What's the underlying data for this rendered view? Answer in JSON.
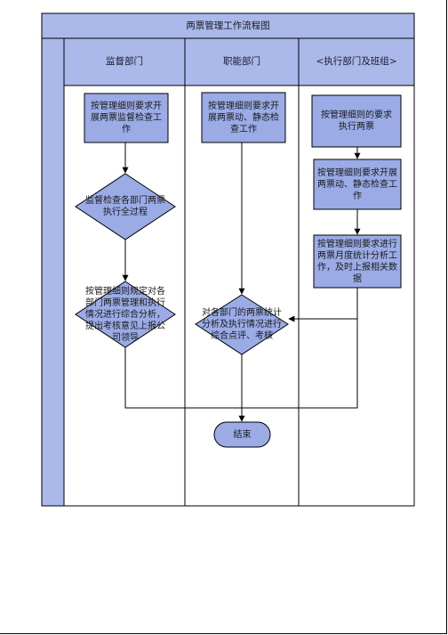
{
  "title": "两票管理工作流程图",
  "colors": {
    "lane_fill": "#aab9ea",
    "box_fill": "#9aabe6",
    "stroke": "#000000",
    "white": "#ffffff"
  },
  "lanes": [
    {
      "header": "监督部门"
    },
    {
      "header": "职能部门"
    },
    {
      "header": "<执行部门及班组>"
    }
  ],
  "nodes": {
    "supervise_start": "按管理细则要求开展两票监督检查工作",
    "supervise_check": "监督检查各部门两票执行全过程",
    "supervise_report": "按管理细则规定对各部门两票管理和执行情况进行综合分析，提出考核意见上报公司领导",
    "func_start": "按管理细则要求开展两票动、静态检查工作",
    "func_eval": "对各部门的两票统计分析及执行情况进行综合点评、考核",
    "exec_start": "按管理细则的要求执行两票",
    "exec_check": "按管理细则要求开展两票动、静态检查工作",
    "exec_stats": "按管理细则要求进行两票月度统计分析工作，及时上报相关数据",
    "end": "结束"
  }
}
